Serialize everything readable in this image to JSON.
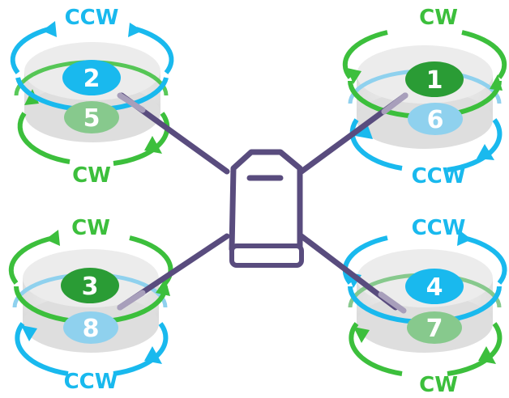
{
  "colors": {
    "blue": "#19b9ee",
    "green": "#3cbf3c",
    "dark_green": "#2a9c35",
    "frame": "#594c7e",
    "pale_blue": "#8fd1ee",
    "pale_green": "#87c98d",
    "disc": "#e6e6e6"
  },
  "rotors": {
    "front_left": {
      "top_motor": "2",
      "top_dir": "CCW",
      "bottom_motor": "5",
      "bottom_dir": "CW"
    },
    "front_right": {
      "top_motor": "1",
      "top_dir": "CW",
      "bottom_motor": "6",
      "bottom_dir": "CCW"
    },
    "rear_left": {
      "top_motor": "3",
      "top_dir": "CW",
      "bottom_motor": "8",
      "bottom_dir": "CCW"
    },
    "rear_right": {
      "top_motor": "4",
      "top_dir": "CCW",
      "bottom_motor": "7",
      "bottom_dir": "CW"
    }
  }
}
